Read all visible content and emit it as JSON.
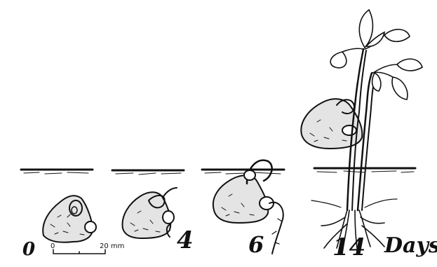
{
  "stages": [
    {
      "label": "0",
      "name": "day-0"
    },
    {
      "label": "4",
      "name": "day-4"
    },
    {
      "label": "6",
      "name": "day-6"
    },
    {
      "label": "14",
      "name": "day-14"
    }
  ],
  "unit_label": "Days",
  "scale_bar": {
    "start": "0",
    "end": "20 mm"
  }
}
